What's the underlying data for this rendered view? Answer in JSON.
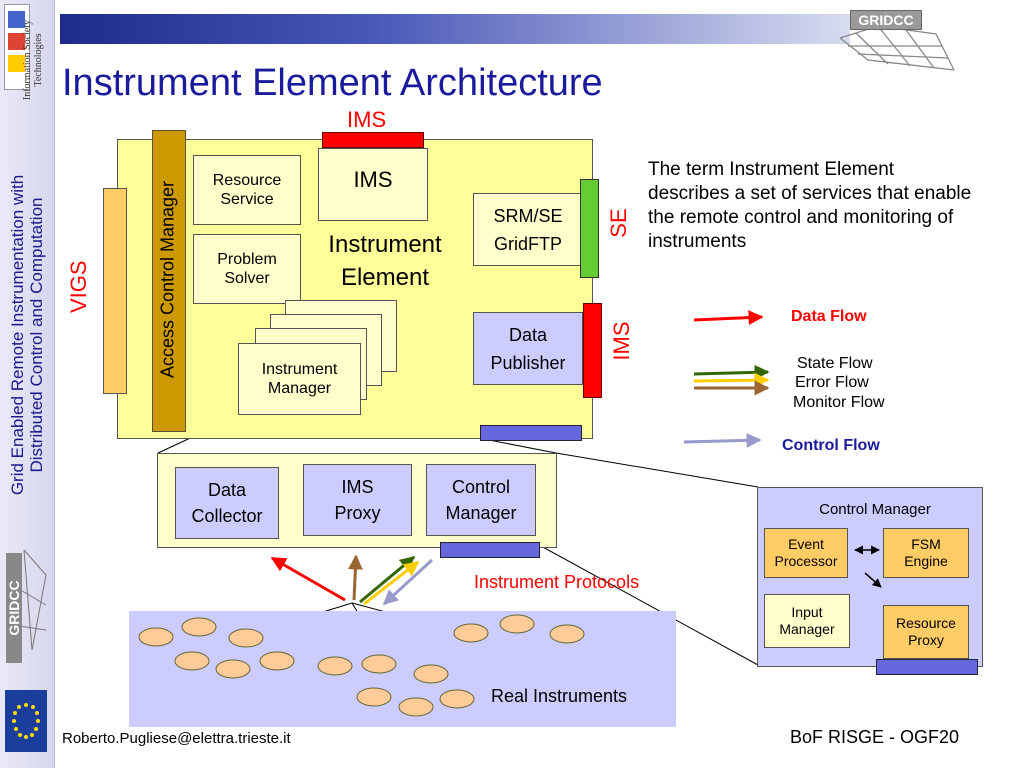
{
  "slide": {
    "title": "Instrument Element Architecture",
    "sidebar_line1": "Grid Enabled Remote Instrumentation with",
    "sidebar_line2": "Distributed Control and Computation",
    "ist_line1": "Information Society",
    "ist_line2": "Technologies",
    "logo_text": "GRIDCC",
    "sidebar_logo_text": "GRIDCC",
    "footer_left": "Roberto.Pugliese@elettra.trieste.it",
    "footer_right": "BoF RISGE - OGF20"
  },
  "diagram": {
    "ims_top_label": "IMS",
    "vigs_label": "VIGS",
    "acm_label": "Access Control Manager",
    "resource_service": [
      "Resource",
      "Service"
    ],
    "problem_solver": [
      "Problem",
      "Solver"
    ],
    "ims_inner": "IMS",
    "instrument_element": [
      "Instrument",
      "Element"
    ],
    "srm_gridftp": [
      "SRM/SE",
      "GridFTP"
    ],
    "se_label": "SE",
    "data_publisher": [
      "Data",
      "Publisher"
    ],
    "ims_right_label": "IMS",
    "instrument_manager": [
      "Instrument",
      "Manager"
    ],
    "data_collector": [
      "Data",
      "Collector"
    ],
    "ims_proxy": [
      "IMS",
      "Proxy"
    ],
    "control_manager_box": [
      "Control",
      "Manager"
    ],
    "instrument_protocols": "Instrument Protocols",
    "real_instruments": "Real Instruments",
    "cm_title": "Control Manager",
    "event_processor": [
      "Event",
      "Processor"
    ],
    "fsm_engine": [
      "FSM",
      "Engine"
    ],
    "input_manager": [
      "Input",
      "Manager"
    ],
    "resource_proxy": [
      "Resource",
      "Proxy"
    ]
  },
  "description": "The term Instrument Element describes a set of services that enable the remote control and monitoring of instruments",
  "legend": {
    "data_flow": "Data Flow",
    "state_flow": "State Flow",
    "error_flow": "Error Flow",
    "monitor_flow": "Monitor Flow",
    "control_flow": "Control Flow"
  },
  "colors": {
    "ie_yellow": "#ffff99",
    "box_lavender": "#ccccff",
    "box_green": "#ffffcc",
    "red": "#ff0000",
    "se_green": "#66cc33",
    "acm_brown": "#cc9900",
    "vigs_orange": "#ffcc66",
    "bar_blue": "#6666dd",
    "state_green": "#336600",
    "error_yellow": "#ffcc00",
    "monitor_brown": "#996633",
    "control_lavender": "#9999cc",
    "title_blue": "#1a1a9c"
  }
}
